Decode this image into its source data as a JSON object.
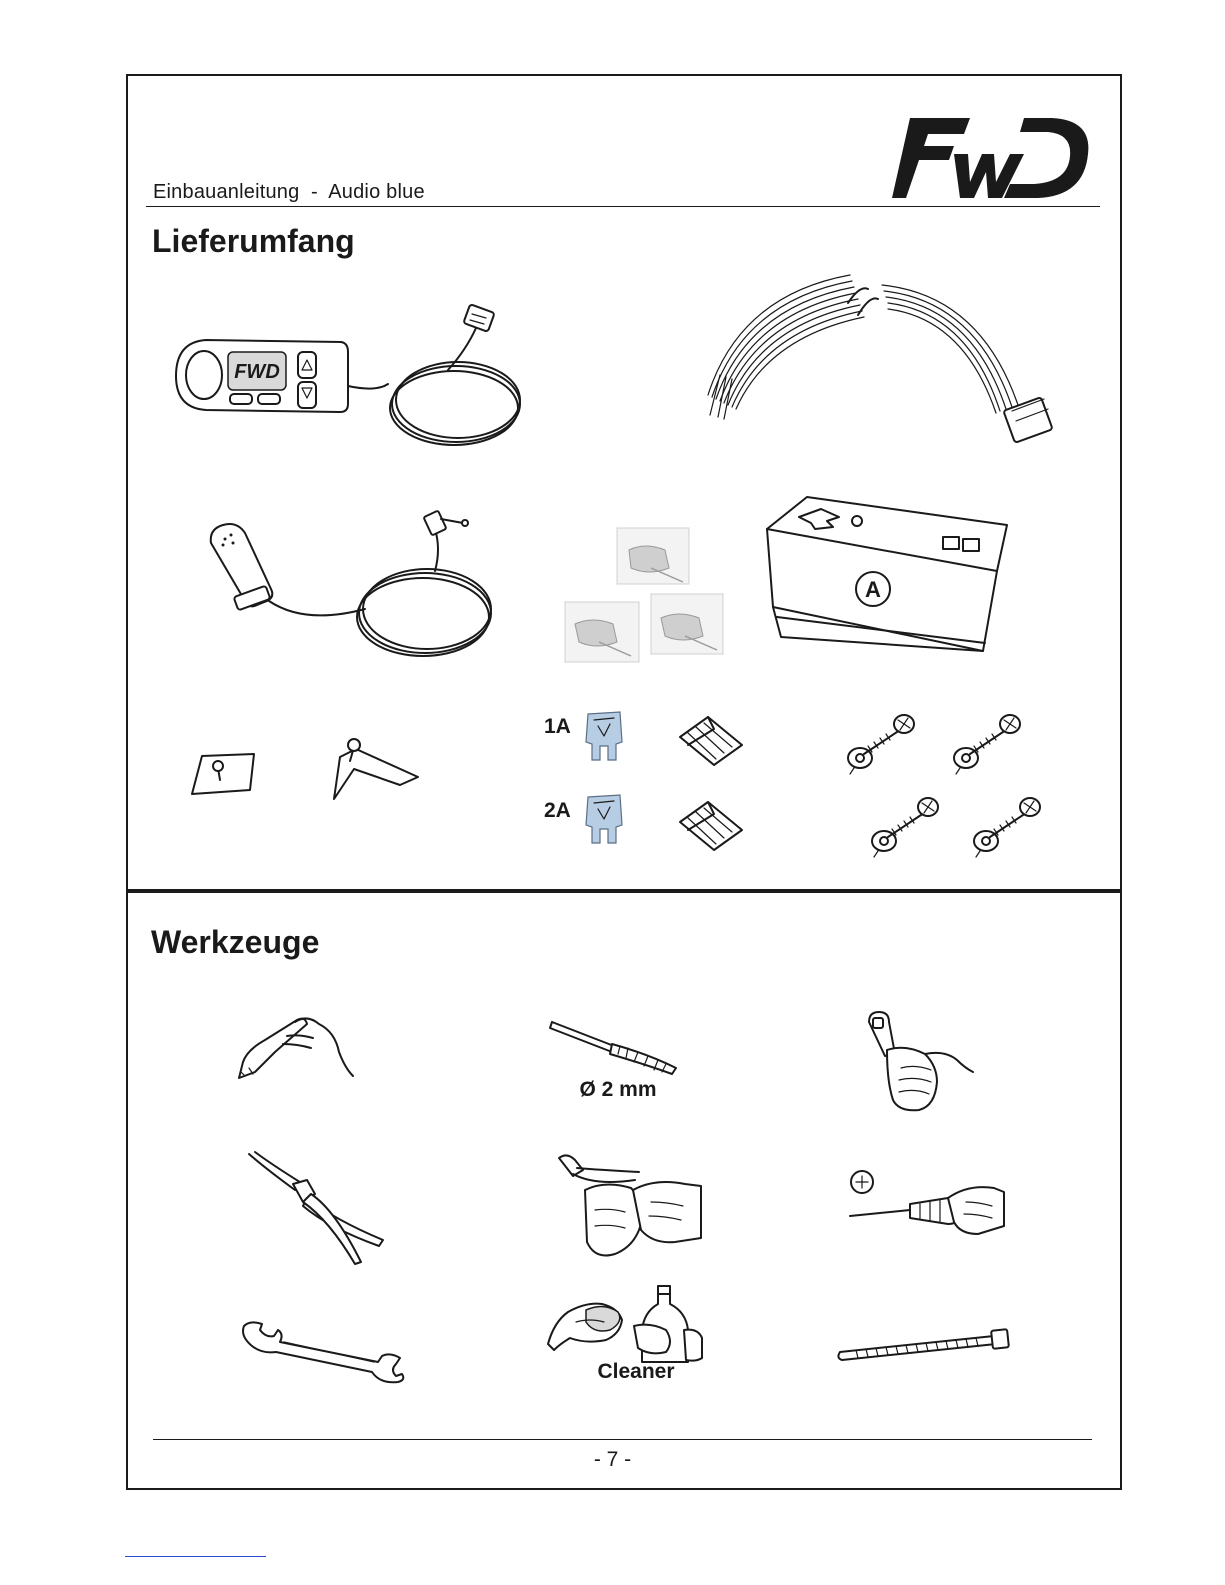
{
  "header": {
    "doc_title": "Einbauanleitung  -  Audio blue",
    "logo_text": "FWD"
  },
  "sections": {
    "scope": {
      "title": "Lieferumfang"
    },
    "tools": {
      "title": "Werkzeuge"
    }
  },
  "items": {
    "fuse_1": {
      "label": "1A"
    },
    "fuse_2": {
      "label": "2A"
    },
    "control_unit_badge": {
      "label": "A"
    },
    "remote_logo": {
      "label": "FWD"
    }
  },
  "tools": {
    "drill_caption": "Ø 2 mm",
    "cleaner_caption": "Cleaner"
  },
  "footer": {
    "page_number": "- 7 -"
  },
  "colors": {
    "line": "#1a1a1a",
    "fuse_blue": "#b7cde3",
    "link_blue": "#2a4bd0"
  }
}
